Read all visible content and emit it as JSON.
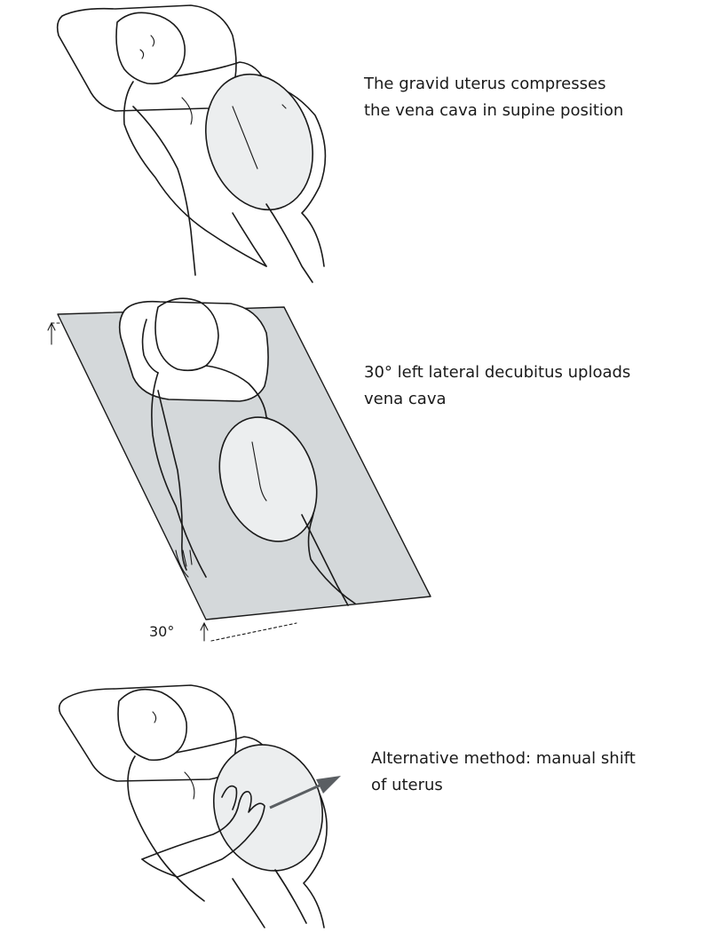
{
  "panels": [
    {
      "caption_lines": [
        "The gravid uterus compresses",
        "the vena cava in supine position"
      ]
    },
    {
      "caption_lines": [
        "30° left lateral decubitus uploads",
        "vena cava"
      ],
      "angle_label": "30°"
    },
    {
      "caption_lines": [
        "Alternative method: manual shift",
        "of uterus"
      ]
    }
  ],
  "colors": {
    "line": "#1a1a1a",
    "uterus_fill": "#eceeef",
    "tilt_board": "#d4d8da",
    "background": "#ffffff"
  }
}
